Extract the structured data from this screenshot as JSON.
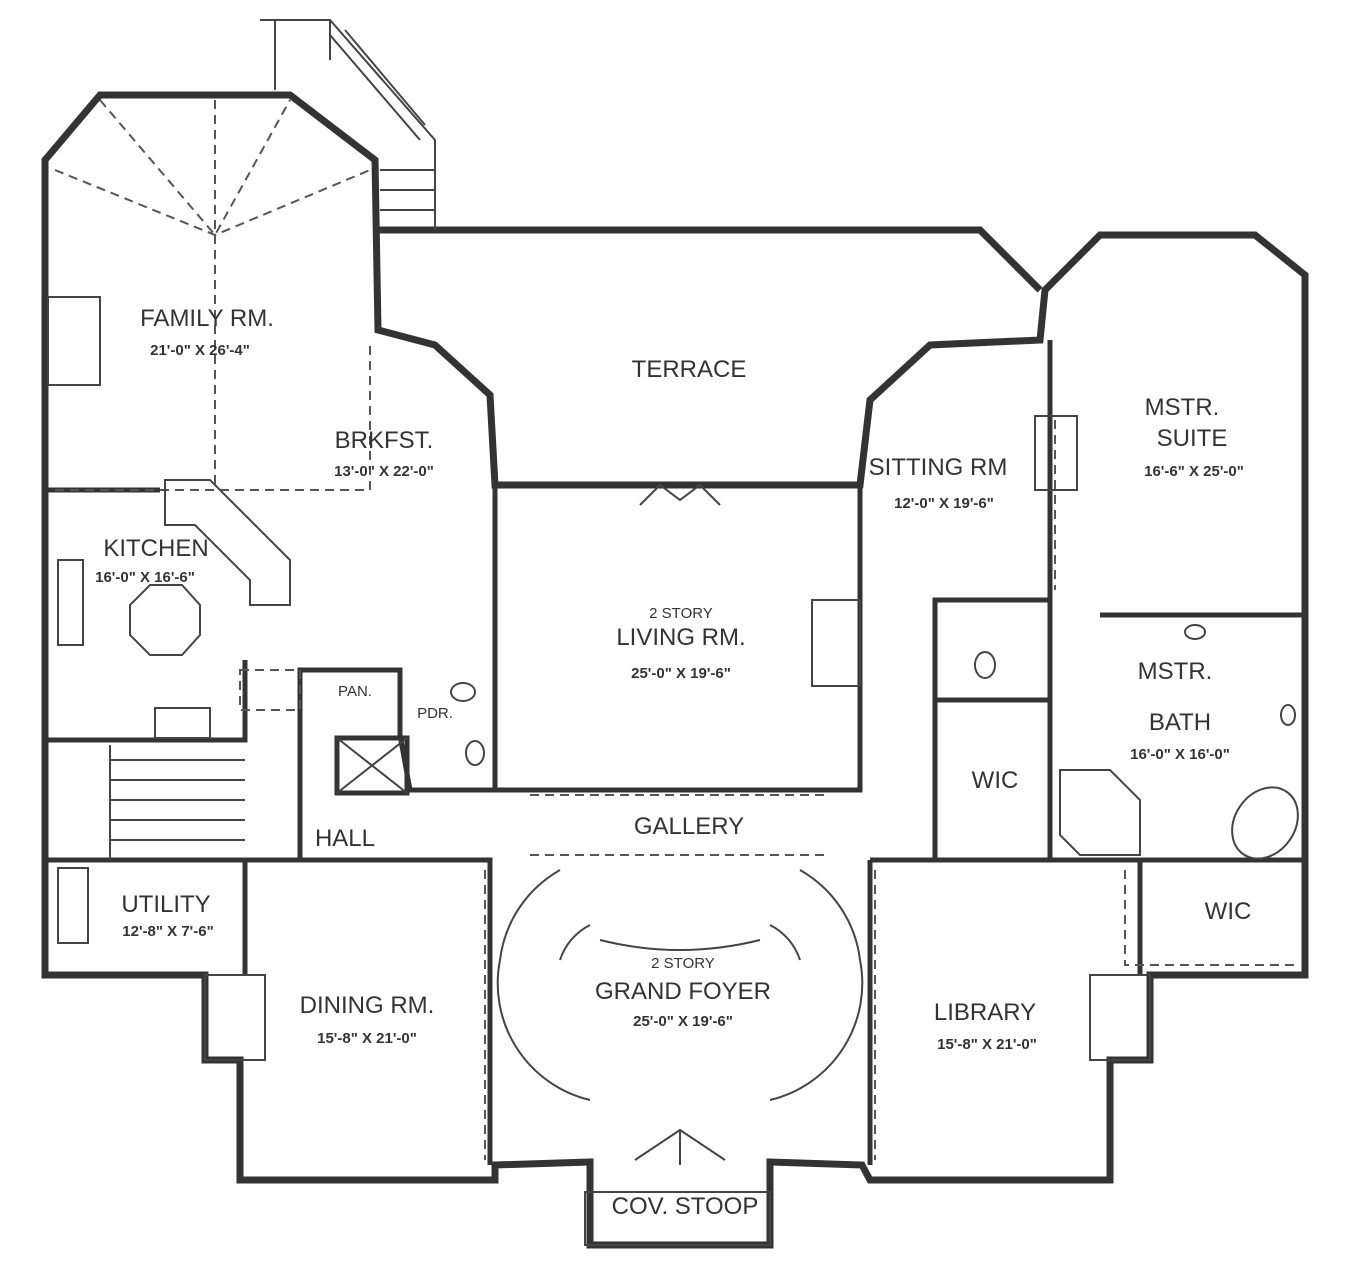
{
  "rooms": {
    "family": {
      "name": "FAMILY RM.",
      "dim": "21'-0\" X 26'-4\""
    },
    "brkfst": {
      "name": "BRKFST.",
      "dim": "13'-0\" X 22'-0\""
    },
    "terrace": {
      "name": "TERRACE"
    },
    "sitting": {
      "name": "SITTING RM",
      "dim": "12'-0\" X 19'-6\""
    },
    "mstr_suite": {
      "name1": "MSTR.",
      "name2": "SUITE",
      "dim": "16'-6\" X 25'-0\""
    },
    "kitchen": {
      "name": "KITCHEN",
      "dim": "16'-0\" X 16'-6\""
    },
    "living": {
      "note": "2 STORY",
      "name": "LIVING RM.",
      "dim": "25'-0\" X 19'-6\""
    },
    "pantry": {
      "name": "PAN."
    },
    "powder": {
      "name": "PDR."
    },
    "mstr_bath": {
      "name1": "MSTR.",
      "name2": "BATH",
      "dim": "16'-0\" X 16'-0\""
    },
    "wic1": {
      "name": "WIC"
    },
    "hall": {
      "name": "HALL"
    },
    "gallery": {
      "name": "GALLERY"
    },
    "utility": {
      "name": "UTILITY",
      "dim": "12'-8\" X 7'-6\""
    },
    "wic2": {
      "name": "WIC"
    },
    "foyer": {
      "note": "2 STORY",
      "name": "GRAND FOYER",
      "dim": "25'-0\" X 19'-6\""
    },
    "dining": {
      "name": "DINING RM.",
      "dim": "15'-8\" X 21'-0\""
    },
    "library": {
      "name": "LIBRARY",
      "dim": "15'-8\" X 21'-0\""
    },
    "stoop": {
      "name": "COV. STOOP"
    }
  }
}
